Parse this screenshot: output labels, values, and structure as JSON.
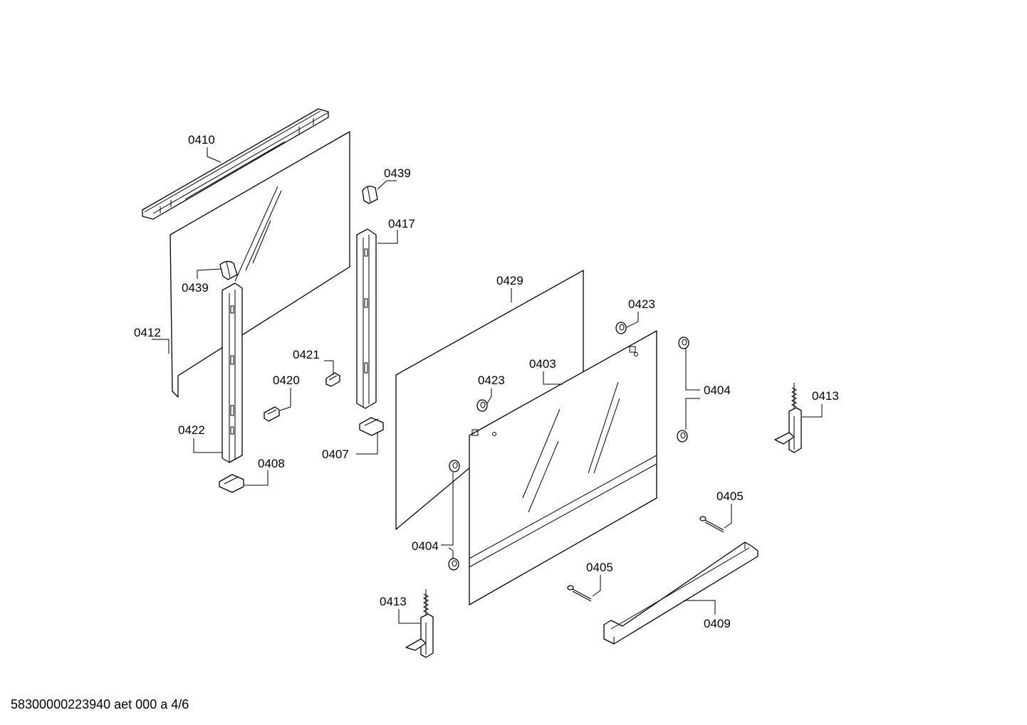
{
  "footer": {
    "document_code": "58300000223940 aet 000 a 4/6"
  },
  "callouts": [
    {
      "id": "c-0410",
      "text": "0410"
    },
    {
      "id": "c-0439-top",
      "text": "0439"
    },
    {
      "id": "c-0417",
      "text": "0417"
    },
    {
      "id": "c-0439-left",
      "text": "0439"
    },
    {
      "id": "c-0412",
      "text": "0412"
    },
    {
      "id": "c-0421",
      "text": "0421"
    },
    {
      "id": "c-0420",
      "text": "0420"
    },
    {
      "id": "c-0422",
      "text": "0422"
    },
    {
      "id": "c-0408",
      "text": "0408"
    },
    {
      "id": "c-0407",
      "text": "0407"
    },
    {
      "id": "c-0429",
      "text": "0429"
    },
    {
      "id": "c-0423-top",
      "text": "0423"
    },
    {
      "id": "c-0423-mid",
      "text": "0423"
    },
    {
      "id": "c-0403",
      "text": "0403"
    },
    {
      "id": "c-0404-right",
      "text": "0404"
    },
    {
      "id": "c-0413-right",
      "text": "0413"
    },
    {
      "id": "c-0405-right",
      "text": "0405"
    },
    {
      "id": "c-0404-left",
      "text": "0404"
    },
    {
      "id": "c-0405-mid",
      "text": "0405"
    },
    {
      "id": "c-0413-left",
      "text": "0413"
    },
    {
      "id": "c-0409",
      "text": "0409"
    }
  ]
}
